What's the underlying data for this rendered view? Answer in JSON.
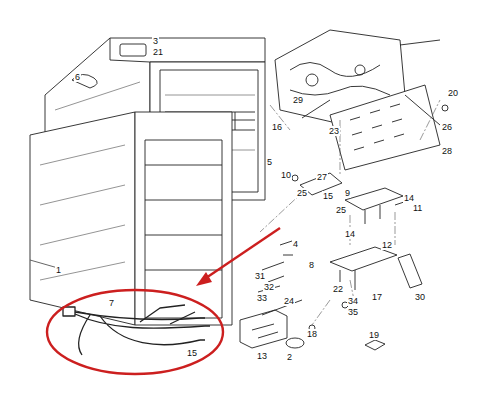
{
  "diagram": {
    "labels": [
      "3",
      "21",
      "6",
      "29",
      "16",
      "23",
      "20",
      "26",
      "28",
      "5",
      "10",
      "27",
      "25",
      "15",
      "9",
      "25",
      "14",
      "11",
      "14",
      "12",
      "4",
      "1",
      "31",
      "32",
      "33",
      "8",
      "22",
      "17",
      "30",
      "24",
      "34",
      "35",
      "7",
      "18",
      "2",
      "19",
      "13",
      "15"
    ]
  }
}
